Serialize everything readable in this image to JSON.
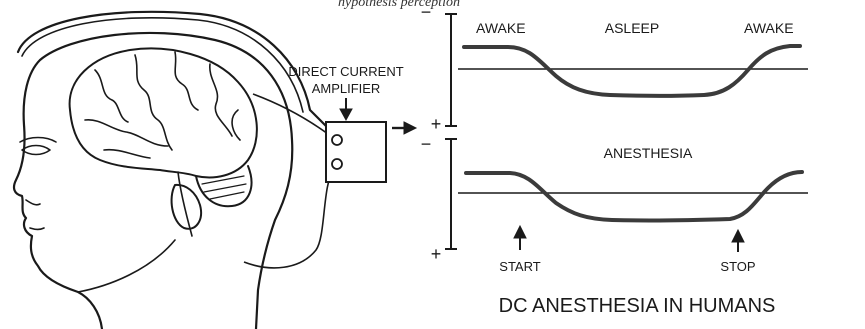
{
  "figure": {
    "top_caption_fragment": "hypothesis perception",
    "amplifier_label_line1": "DIRECT CURRENT",
    "amplifier_label_line2": "AMPLIFIER",
    "title": "DC ANESTHESIA IN HUMANS",
    "colors": {
      "ink": "#1a1a1a",
      "trace": "#3b3b3b"
    }
  },
  "sleep_trace": {
    "label_awake_left": "AWAKE",
    "label_asleep": "ASLEEP",
    "label_awake_right": "AWAKE",
    "polarity_top": "−",
    "polarity_bottom": "+"
  },
  "anesthesia_trace": {
    "label": "ANESTHESIA",
    "start_label": "START",
    "stop_label": "STOP",
    "polarity_top": "−",
    "polarity_bottom": "+"
  }
}
